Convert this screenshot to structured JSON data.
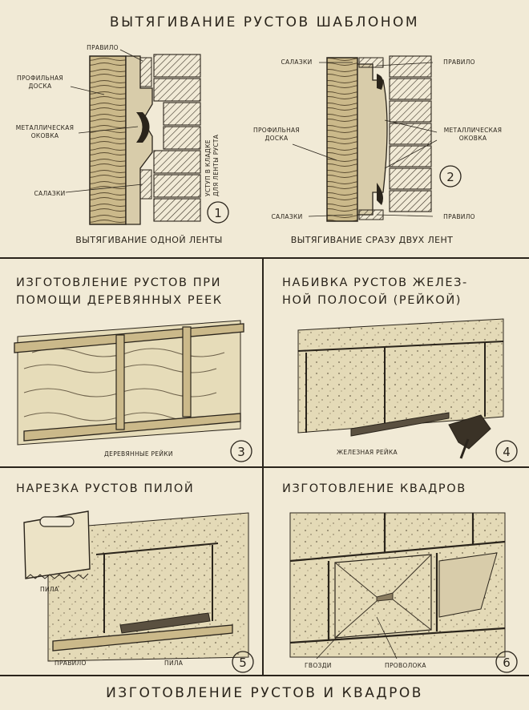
{
  "page_title": "ВЫТЯГИВАНИЕ РУСТОВ ШАБЛОНОМ",
  "bottom_title": "ИЗГОТОВЛЕНИЕ РУСТОВ И КВАДРОВ",
  "figure1": {
    "number": "1",
    "caption": "ВЫТЯГИВАНИЕ ОДНОЙ ЛЕНТЫ",
    "labels": {
      "pravilo": "ПРАВИЛО",
      "profile_1": "ПРОФИЛЬНАЯ",
      "profile_2": "ДОСКА",
      "metal_1": "МЕТАЛЛИЧЕСКАЯ",
      "metal_2": "ОКОВКА",
      "salazki": "САЛАЗКИ",
      "ledge_1": "УСТУП В КЛАДКЕ",
      "ledge_2": "ДЛЯ ЛЕНТЫ РУСТА"
    }
  },
  "figure2": {
    "number": "2",
    "caption": "ВЫТЯГИВАНИЕ СРАЗУ ДВУХ ЛЕНТ",
    "labels": {
      "salazki_top": "САЛАЗКИ",
      "pravilo_top": "ПРАВИЛО",
      "profile_1": "ПРОФИЛЬНАЯ",
      "profile_2": "ДОСКА",
      "metal_1": "МЕТАЛЛИЧЕСКАЯ",
      "metal_2": "ОКОВКА",
      "salazki_bottom": "САЛАЗКИ",
      "pravilo_bottom": "ПРАВИЛО"
    }
  },
  "panel3": {
    "title_1": "ИЗГОТОВЛЕНИЕ РУСТОВ ПРИ",
    "title_2": "ПОМОЩИ ДЕРЕВЯННЫХ РЕЕК",
    "label": "ДЕРЕВЯННЫЕ РЕЙКИ",
    "number": "3"
  },
  "panel4": {
    "title_1": "НАБИВКА РУСТОВ ЖЕЛЕЗ-",
    "title_2": "НОЙ ПОЛОСОЙ (РЕЙКОЙ)",
    "label": "ЖЕЛЕЗНАЯ РЕЙКА",
    "number": "4"
  },
  "panel5": {
    "title": "НАРЕЗКА РУСТОВ ПИЛОЙ",
    "label_saw_top": "ПИЛА",
    "label_rule": "ПРАВИЛО",
    "label_saw": "ПИЛА",
    "number": "5"
  },
  "panel6": {
    "title": "ИЗГОТОВЛЕНИЕ КВАДРОВ",
    "label_nails": "ГВОЗДИ",
    "label_wire": "ПРОВОЛОКА",
    "number": "6"
  },
  "colors": {
    "paper": "#f1ead6",
    "ink": "#2a241b",
    "plaster": "#e4dab7",
    "wood": "#cbb98a"
  }
}
